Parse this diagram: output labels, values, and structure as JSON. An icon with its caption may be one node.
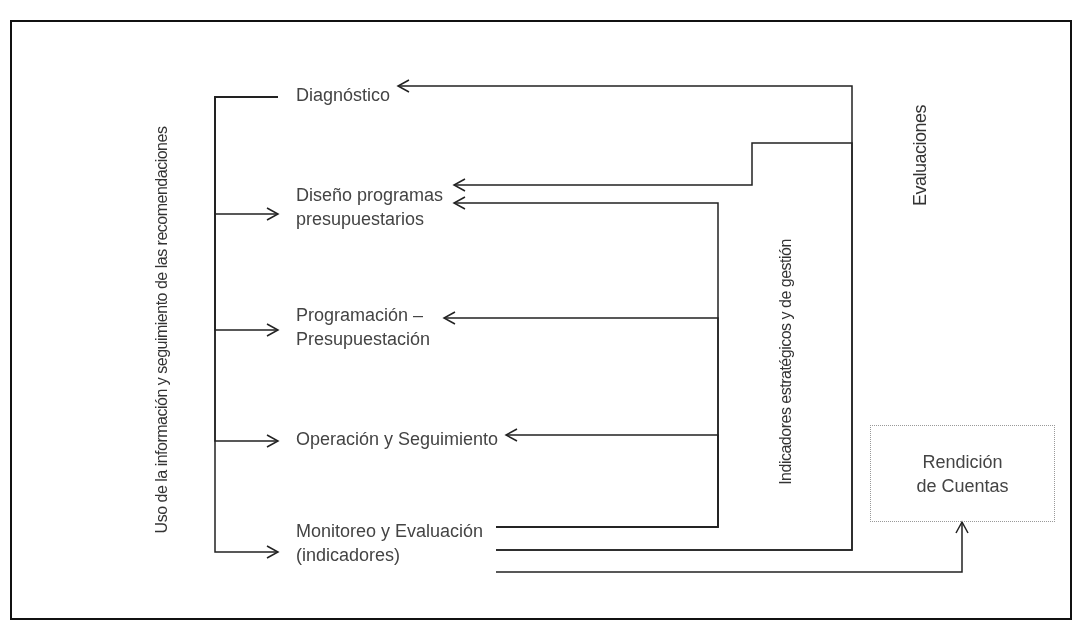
{
  "diagram": {
    "nodes": [
      {
        "text": [
          "Diagnóstico"
        ]
      },
      {
        "text": [
          "Diseño programas presupuestarios"
        ]
      },
      {
        "text": [
          "Programación – Presupuestación"
        ]
      },
      {
        "text": [
          "Operación y Seguimiento"
        ]
      },
      {
        "text": [
          "Monitoreo y Evaluación (indicadores)"
        ]
      },
      {
        "text": [
          "Rendición de Cuentas"
        ]
      }
    ],
    "edges": [
      {
        "from": 0,
        "to": 1,
        "arrow": "to"
      },
      {
        "from": 0,
        "to": 2,
        "arrow": "to"
      },
      {
        "from": 0,
        "to": 3,
        "arrow": "to"
      },
      {
        "from": 0,
        "to": 4,
        "arrow": "to"
      },
      {
        "from": 4,
        "to": 1,
        "arrow": "to"
      },
      {
        "from": 4,
        "to": 2,
        "arrow": "to"
      },
      {
        "from": 4,
        "to": 3,
        "arrow": "to"
      },
      {
        "from": 4,
        "to": 0,
        "arrow": "to"
      },
      {
        "from": 4,
        "to": 1,
        "arrow": "to"
      },
      {
        "from": 4,
        "to": 5,
        "arrow": "to"
      }
    ],
    "labels": [
      "Uso de la información y seguimiento de las recomendaciones",
      "Indicadores estratégicos y de gestión",
      "Evaluaciones"
    ]
  }
}
